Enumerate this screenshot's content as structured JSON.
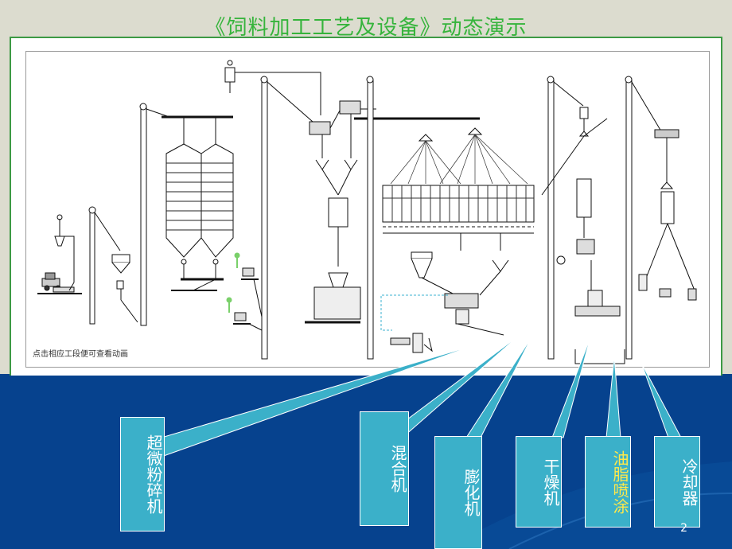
{
  "slide": {
    "title": "《饲料加工工艺及设备》动态演示",
    "hint": "点击相应工段便可查看动画",
    "page_number": "2"
  },
  "callouts": [
    {
      "id": "ultrafine-grinder",
      "label": "超微粉碎机",
      "text_color": "#ffffff"
    },
    {
      "id": "mixer",
      "label": "混合机",
      "text_color": "#ffffff"
    },
    {
      "id": "expander",
      "label": "膨化机",
      "text_color": "#ffffff"
    },
    {
      "id": "dryer",
      "label": "干燥机",
      "text_color": "#ffffff"
    },
    {
      "id": "oil-coater",
      "label": "油脂喷涂",
      "text_color": "#ffe94a"
    },
    {
      "id": "cooler",
      "label": "冷却器",
      "text_color": "#ffffff"
    }
  ],
  "colors": {
    "title_green": "#36b43c",
    "frame_green": "#3c9a44",
    "bottom_blue": "#06428e",
    "callout_teal": "#3bb0c9",
    "worker_green": "#7ad06a"
  }
}
